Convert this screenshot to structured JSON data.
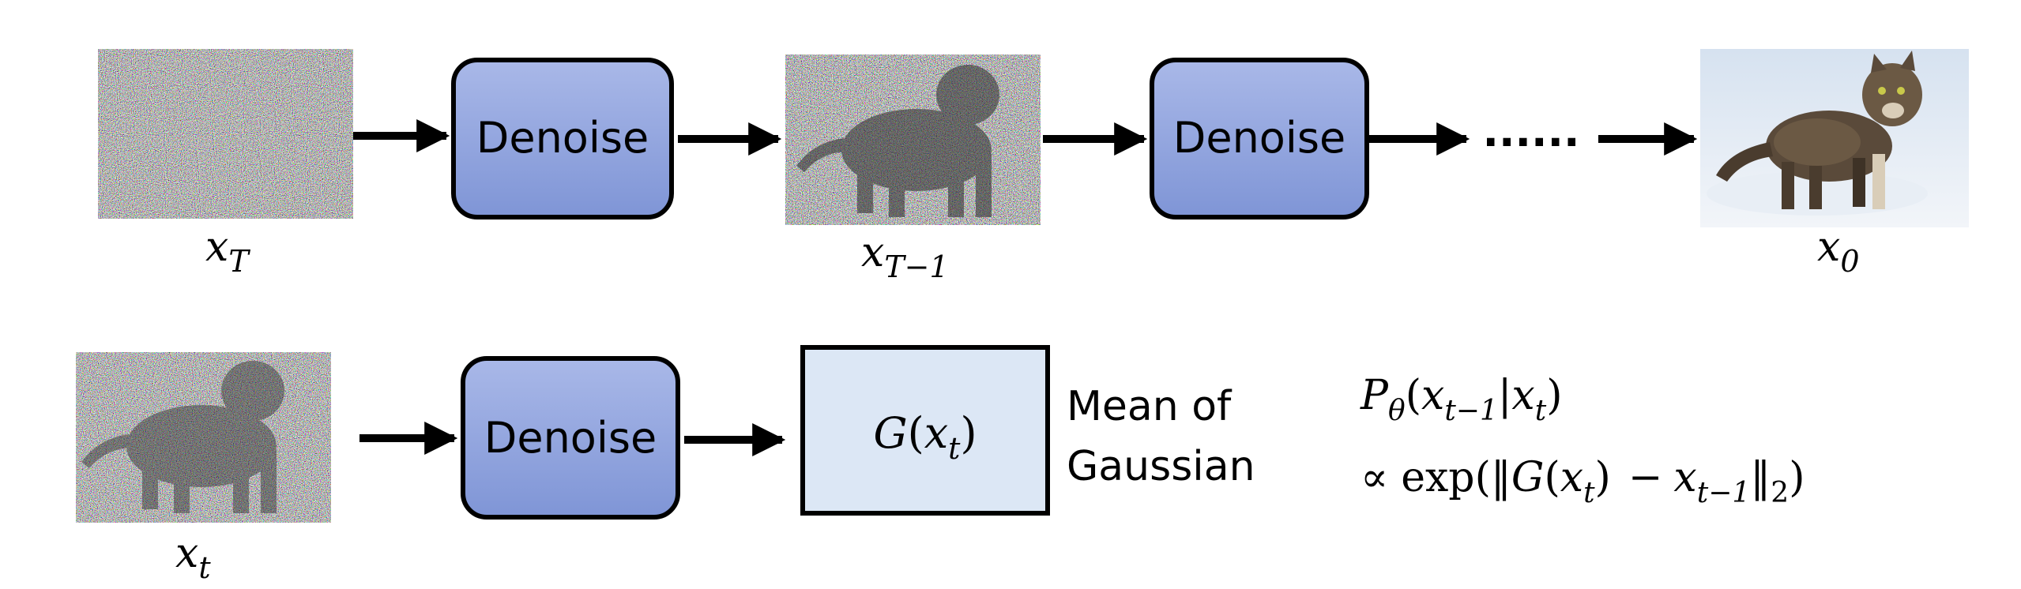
{
  "top_row": {
    "noise_image_label": {
      "base": "x",
      "sub": "T"
    },
    "denoise_1": "Denoise",
    "partial_image_label": {
      "base": "x",
      "sub": "T−1"
    },
    "denoise_2": "Denoise",
    "ellipsis": "......",
    "clean_image_label": {
      "base": "x",
      "sub": "0"
    }
  },
  "bottom_row": {
    "noisy_image_label": {
      "base": "x",
      "sub": "t"
    },
    "denoise": "Denoise",
    "gaussian_box": {
      "func": "G",
      "open": "(",
      "arg": "x",
      "sub": "t",
      "close": ")"
    },
    "mean_label_line1": "Mean of",
    "mean_label_line2": "Gaussian"
  },
  "formula": {
    "line1": {
      "p": "P",
      "p_sub": "θ",
      "open": "(",
      "x1": "x",
      "x1_sub": "t−1",
      "bar": "|",
      "x2": "x",
      "x2_sub": "t",
      "close": ")"
    },
    "line2": {
      "prop": "∝",
      "exp": "exp",
      "open": "(",
      "norm_open": "‖",
      "g": "G",
      "g_open": "(",
      "x1": "x",
      "x1_sub": "t",
      "g_close": ")",
      "minus": "−",
      "x2": "x",
      "x2_sub": "t−1",
      "norm_close": "‖",
      "norm_sub": "2",
      "close": ")"
    }
  },
  "colors": {
    "denoise_fill": "#8FA3DE",
    "gaussian_fill": "#DCE7F5",
    "stroke": "#000000"
  }
}
